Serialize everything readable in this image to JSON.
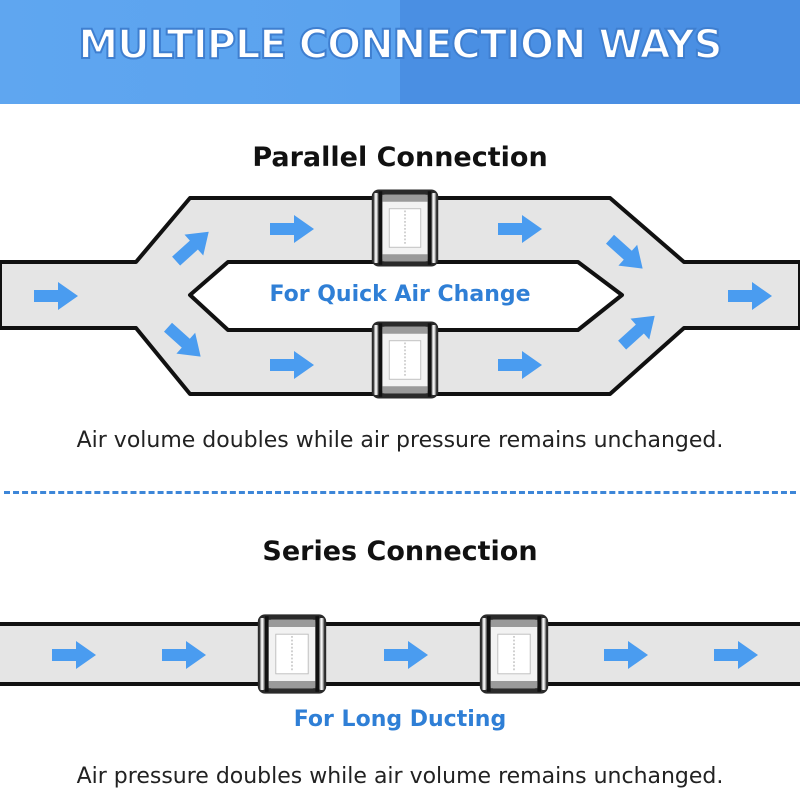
{
  "banner": {
    "title": "MULTIPLE CONNECTION WAYS",
    "color_left": "#5fa6f0",
    "color_right": "#4a8fe3"
  },
  "parallel": {
    "heading": "Parallel Connection",
    "label": "For Quick Air Change",
    "caption": "Air volume doubles while air pressure remains unchanged."
  },
  "series": {
    "heading": "Series Connection",
    "label": "For Long Ducting",
    "caption": "Air pressure doubles while air volume remains unchanged."
  },
  "colors": {
    "duct_fill": "#e5e5e5",
    "duct_outline": "#111111",
    "arrow": "#4a9cf0",
    "accent_text": "#2f7fd6",
    "divider": "#3d86d8"
  },
  "icons": {
    "fan": "inline-duct-fan-icon",
    "arrow": "airflow-arrow-icon"
  }
}
